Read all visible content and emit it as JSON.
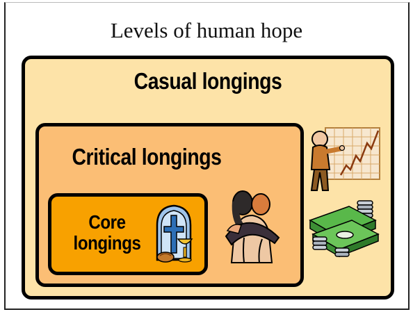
{
  "title": "Levels of human hope",
  "levels": {
    "casual": "Casual longings",
    "critical": "Critical longings",
    "core_line1": "Core",
    "core_line2": "longings"
  },
  "colors": {
    "casual_fill": "#fde3a8",
    "critical_fill": "#fbbe75",
    "core_fill": "#f8a100"
  },
  "icons": [
    "church-window-communion-icon",
    "hugging-couple-icon",
    "businessman-growth-chart-icon",
    "money-stack-coins-icon"
  ]
}
